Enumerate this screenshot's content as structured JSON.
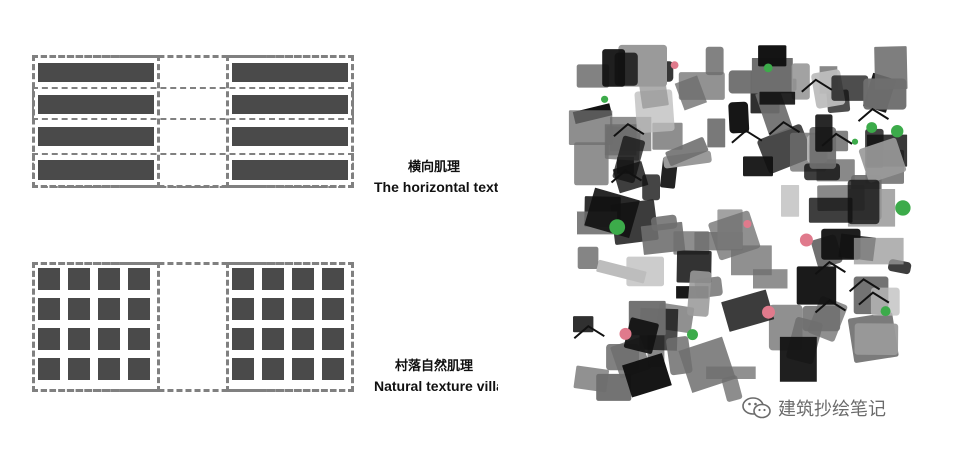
{
  "diagrams": {
    "horizontal": {
      "label_zh": "横向肌理",
      "label_en": "The horizontal textur"
    },
    "village": {
      "label_zh": "村落自然肌理",
      "label_en": "Natural texture villag"
    }
  },
  "painting": {
    "accent_colors": [
      "#111111",
      "#6e6e6e",
      "#3cab4a",
      "#e07a8c"
    ]
  },
  "watermark": {
    "text": "建筑抄绘笔记",
    "icon": "wechat-icon"
  }
}
